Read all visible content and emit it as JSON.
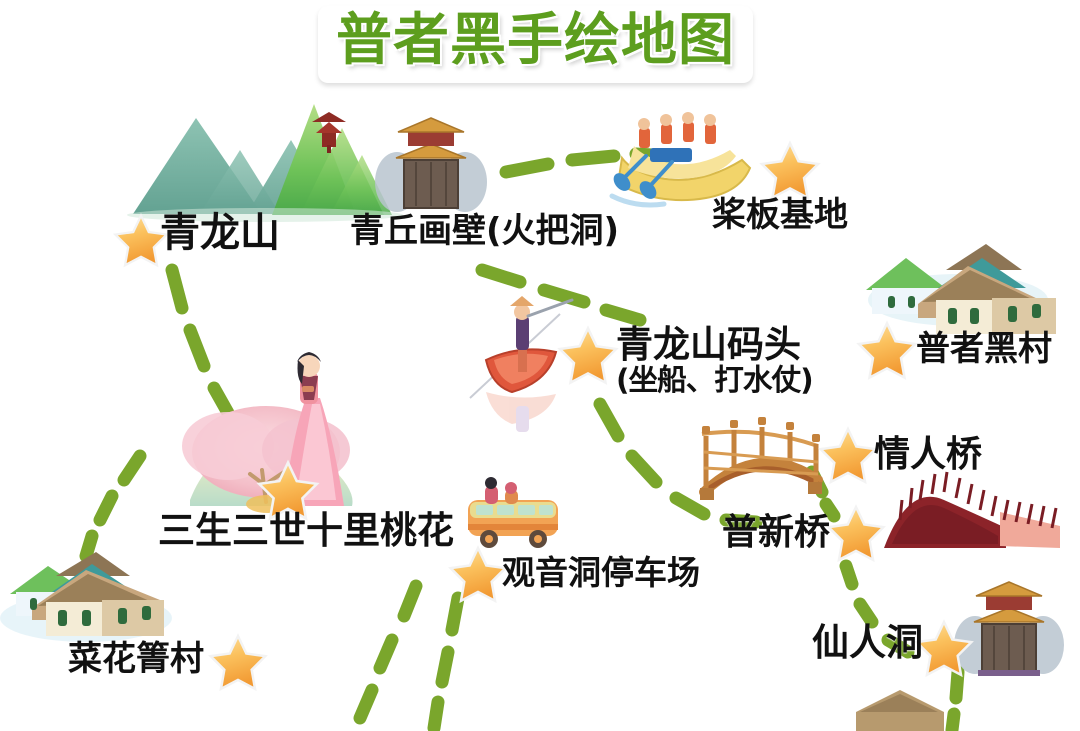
{
  "title": "普者黑手绘地图",
  "colors": {
    "title_green": "#5d9e1e",
    "path_green": "#7aa62c",
    "star_outer": "#f7a83c",
    "star_inner": "#fcd77a",
    "label_black": "#111111",
    "mountain_teal": "#7db5a5",
    "mountain_green": "#6fc45a",
    "background": "#ffffff"
  },
  "map": {
    "kind": "hand-drawn tourist map",
    "region": "普者黑",
    "path_style": "green dashed trail",
    "marker_icon": "orange-star"
  },
  "locations": [
    {
      "id": "qinglongshan",
      "name": "青龙山",
      "sub": "",
      "icon": "mountain-icon",
      "star": true
    },
    {
      "id": "qingqiuhuabi",
      "name": "青丘画壁(火把洞)",
      "sub": "",
      "icon": "cave-gate-icon",
      "star": false
    },
    {
      "id": "jiangbanjidi",
      "name": "桨板基地",
      "sub": "",
      "icon": "raft-boat-icon",
      "star": true
    },
    {
      "id": "puzheheicun",
      "name": "普者黑村",
      "sub": "",
      "icon": "village-houses-icon",
      "star": true
    },
    {
      "id": "qinglongmatou",
      "name": "青龙山码头",
      "sub": "(坐船、打水仗)",
      "icon": "rowboat-icon",
      "star": true
    },
    {
      "id": "qingrenqiao",
      "name": "情人桥",
      "sub": "",
      "icon": "wood-arch-bridge-icon",
      "star": true
    },
    {
      "id": "puxinqiao",
      "name": "普新桥",
      "sub": "",
      "icon": "red-arch-bridge-icon",
      "star": true
    },
    {
      "id": "taohua",
      "name": "三生三世十里桃花",
      "sub": "",
      "icon": "peach-blossom-icon",
      "star": true
    },
    {
      "id": "guanyindong",
      "name": "观音洞停车场",
      "sub": "",
      "icon": "tour-bus-icon",
      "star": true
    },
    {
      "id": "caihuaqingcun",
      "name": "菜花箐村",
      "sub": "",
      "icon": "village-houses-icon",
      "star": true
    },
    {
      "id": "xianrendong",
      "name": "仙人洞",
      "sub": "",
      "icon": "cave-gate-icon",
      "star": true
    }
  ]
}
